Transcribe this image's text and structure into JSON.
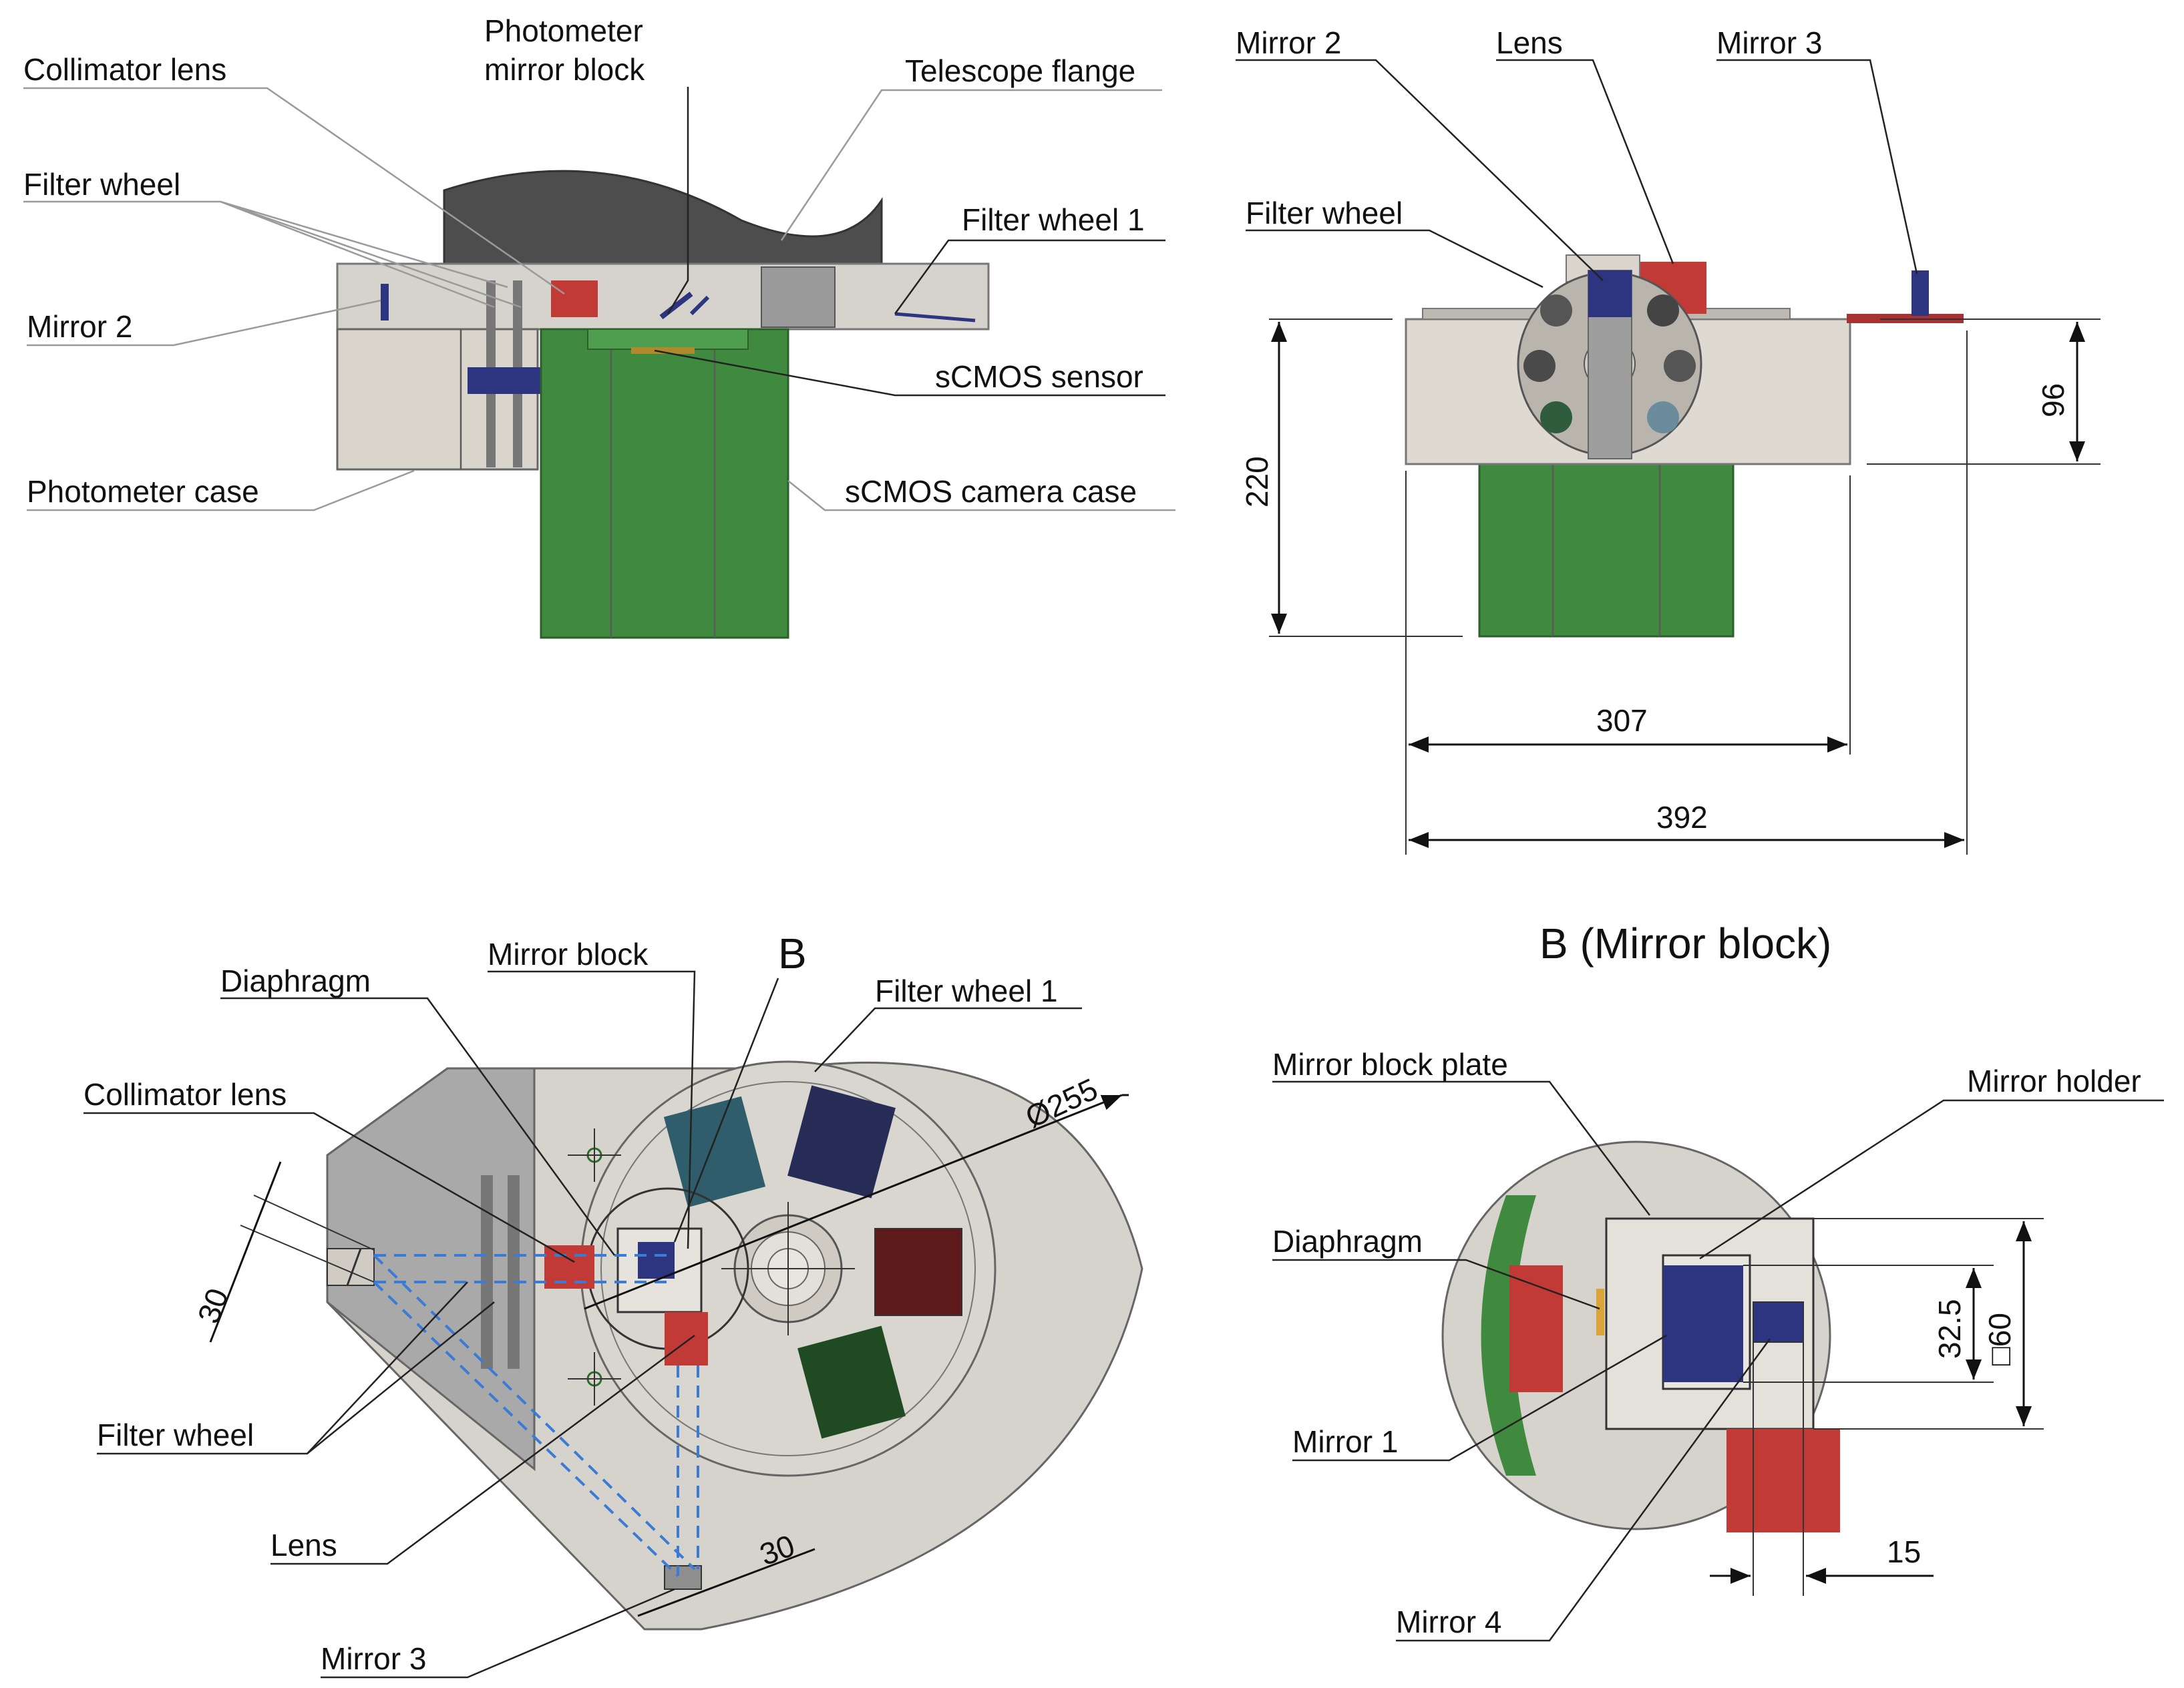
{
  "views": {
    "section": {
      "labels": {
        "collimator_lens": "Collimator lens",
        "photometer_mirror_block": "Photometer\nmirror block",
        "telescope_flange": "Telescope flange",
        "filter_wheel": "Filter wheel",
        "filter_wheel_1": "Filter wheel 1",
        "mirror_2": "Mirror 2",
        "scmos_sensor": "sCMOS sensor",
        "photometer_case": "Photometer case",
        "scmos_camera_case": "sCMOS camera case"
      }
    },
    "front": {
      "labels": {
        "mirror_2": "Mirror 2",
        "lens": "Lens",
        "mirror_3": "Mirror 3",
        "filter_wheel": "Filter wheel"
      },
      "dimensions": {
        "height": "220",
        "upper_height": "96",
        "width_inner": "307",
        "width_outer": "392"
      }
    },
    "top": {
      "labels": {
        "diaphragm": "Diaphragm",
        "mirror_block": "Mirror block",
        "b_marker": "B",
        "filter_wheel_1": "Filter wheel 1",
        "collimator_lens": "Collimator lens",
        "filter_wheel": "Filter wheel",
        "lens": "Lens",
        "mirror_3": "Mirror 3"
      },
      "dimensions": {
        "diameter": "Ø255",
        "left_30": "30",
        "bottom_30": "30"
      }
    },
    "detail_b": {
      "title": "B (Mirror block)",
      "labels": {
        "mirror_block_plate": "Mirror block plate",
        "mirror_holder": "Mirror holder",
        "diaphragm": "Diaphragm",
        "mirror_1": "Mirror 1",
        "mirror_4": "Mirror 4"
      },
      "dimensions": {
        "d_32_5": "32.5",
        "square_60": "□60",
        "d_15": "15"
      }
    }
  },
  "colors": {
    "case_light": "#d9d5cc",
    "case_dark": "#4a4a4a",
    "camera_green": "#3f8a3f",
    "lens_red": "#c23a35",
    "mirror_blue": "#2d3580",
    "beam_blue": "#3a7bd5"
  }
}
